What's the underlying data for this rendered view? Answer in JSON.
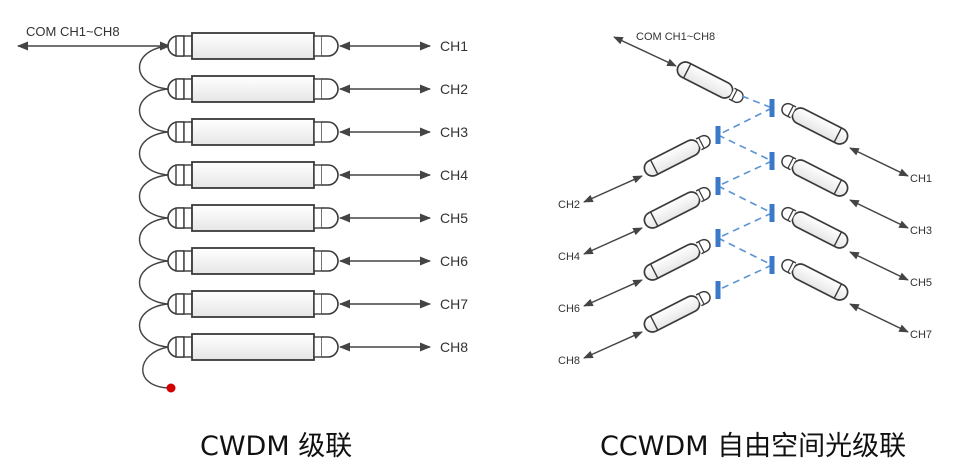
{
  "left_diagram": {
    "title": "CWDM 级联",
    "com_label": "COM CH1~CH8",
    "channels": [
      "CH1",
      "CH2",
      "CH3",
      "CH4",
      "CH5",
      "CH6",
      "CH7",
      "CH8"
    ],
    "end_dot_color": "#d40000"
  },
  "right_diagram": {
    "title": "CCWDM 自由空间光级联",
    "com_label": "COM CH1~CH8",
    "right_channels": [
      "CH1",
      "CH3",
      "CH5",
      "CH7"
    ],
    "left_channels": [
      "CH2",
      "CH4",
      "CH6",
      "CH8"
    ],
    "filter_color": "#3a78c8",
    "beam_color": "#5b93d6"
  },
  "colors": {
    "line": "#444444",
    "body_fill": "#f2f2f2",
    "body_stroke": "#3a3a3a"
  }
}
